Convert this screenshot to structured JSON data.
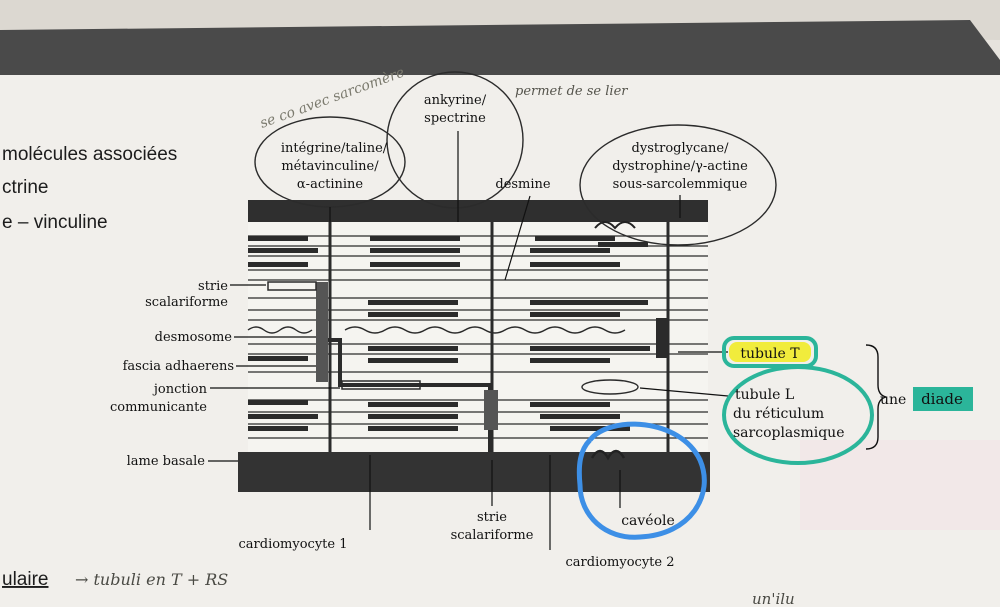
{
  "slide_text": {
    "line1": "molécules associées",
    "line2": "ctrine",
    "line3": "e – vinculine",
    "bottom_heading": "ulaire"
  },
  "handwritten": {
    "top_note": "se co avec sarcomère",
    "permet_note": "permet de se lier",
    "bottom_note": "→ tubuli en T + RS",
    "corner_note": "un'ilu"
  },
  "labels": {
    "integrine_1": "intégrine/taline/",
    "integrine_2": "métavinculine/",
    "integrine_3": "α-actinine",
    "ankyrine_1": "ankyrine/",
    "ankyrine_2": "spectrine",
    "desmine": "desmine",
    "dystro_1": "dystroglycane/",
    "dystro_2": "dystrophine/γ-actine",
    "dystro_3": "sous-sarcolemmique",
    "strie_scal_left_1": "strie",
    "strie_scal_left_2": "scalariforme",
    "desmosome": "desmosome",
    "fascia": "fascia adhaerens",
    "jonction_1": "jonction",
    "jonction_2": "communicante",
    "lame_basale": "lame basale",
    "cardiomyocyte1": "cardiomyocyte 1",
    "strie_scal_bottom_1": "strie",
    "strie_scal_bottom_2": "scalariforme",
    "cardiomyocyte2": "cardiomyocyte 2",
    "caveole": "cavéole",
    "tubule_t": "tubule T",
    "tubule_l_1": "tubule L",
    "tubule_l_2": "du réticulum",
    "tubule_l_3": "sarcoplasmique",
    "une": "une",
    "diade": "diade"
  },
  "colors": {
    "membrane": "#2f2f2f",
    "highlight_yellow": "#f1ec3c",
    "highlight_teal": "#2bb59a",
    "pen_blue": "#3d8fe6"
  }
}
